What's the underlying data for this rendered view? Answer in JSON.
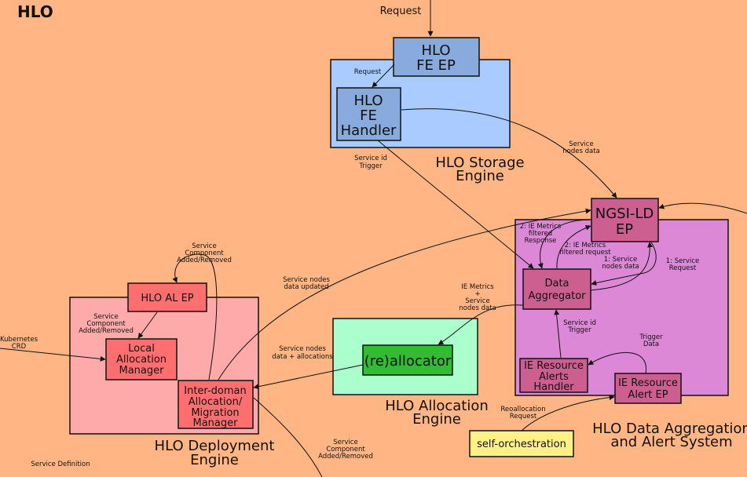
{
  "title": "HLO",
  "groups": {
    "storage": {
      "line1": "HLO Storage",
      "line2": "Engine"
    },
    "deployment": {
      "line1": "HLO Deployment",
      "line2": "Engine"
    },
    "allocation": {
      "line1": "HLO Allocation",
      "line2": "Engine"
    },
    "aggregation": {
      "line1": "HLO Data Aggregation",
      "line2": "and Alert System"
    }
  },
  "nodes": {
    "fe_ep": {
      "line1": "HLO",
      "line2": "FE EP"
    },
    "fe_handler": {
      "line1": "HLO",
      "line2": "FE",
      "line3": "Handler"
    },
    "ngsi": {
      "line1": "NGSI-LD",
      "line2": "EP"
    },
    "aggregator": {
      "line1": "Data",
      "line2": "Aggregator"
    },
    "alerts_handler": {
      "line1": "IE Resource",
      "line2": "Alerts",
      "line3": "Handler"
    },
    "alert_ep": {
      "line1": "IE Resource",
      "line2": "Alert EP"
    },
    "reallocator": {
      "line1": "(re)allocator"
    },
    "al_ep": {
      "line1": "HLO AL EP"
    },
    "local_manager": {
      "line1": "Local",
      "line2": "Allocation",
      "line3": "Manager"
    },
    "inter_manager": {
      "line1": "Inter-doman",
      "line2": "Allocation/",
      "line3": "Migration",
      "line4": "Manager"
    },
    "self_orch": {
      "line1": "self-orchestration"
    }
  },
  "labels": {
    "request_top": "Request",
    "request_inner": "Request",
    "service_id_trigger_1": {
      "line1": "Service id",
      "line2": "Trigger"
    },
    "service_nodes_data": {
      "line1": "Service",
      "line2": "nodes data"
    },
    "metrics_response": {
      "line1": "2: IE Metrics",
      "line2": "filtered",
      "line3": "Response"
    },
    "metrics_request": {
      "line1": "2: IE Metrics",
      "line2": "filtered request"
    },
    "nodes_data_1": {
      "line1": "1: Service",
      "line2": "nodes data"
    },
    "service_request": {
      "line1": "1: Service",
      "line2": "Request"
    },
    "metrics_nodes": {
      "line1": "IE Metrics",
      "line2": "+",
      "line3": "Service",
      "line4": "nodes data"
    },
    "service_id_trigger_2": {
      "line1": "Service id",
      "line2": "Trigger"
    },
    "trigger_data": {
      "line1": "Trigger",
      "line2": "Data"
    },
    "reallocation_request": {
      "line1": "Reoallocation",
      "line2": "Request"
    },
    "nodes_allocations": {
      "line1": "Service nodes",
      "line2": "data + allocations"
    },
    "nodes_updated": {
      "line1": "Service nodes",
      "line2": "data updated"
    },
    "component_top": {
      "line1": "Service",
      "line2": "Component",
      "line3": "Added/Removed"
    },
    "component_left": {
      "line1": "Service",
      "line2": "Component",
      "line3": "Added/Removed"
    },
    "kubernetes": {
      "line1": "Kubernetes",
      "line2": "CRD"
    },
    "component_bottom": {
      "line1": "Service",
      "line2": "Component",
      "line3": "Added/Removed"
    },
    "service_definition": "Service Definition"
  }
}
